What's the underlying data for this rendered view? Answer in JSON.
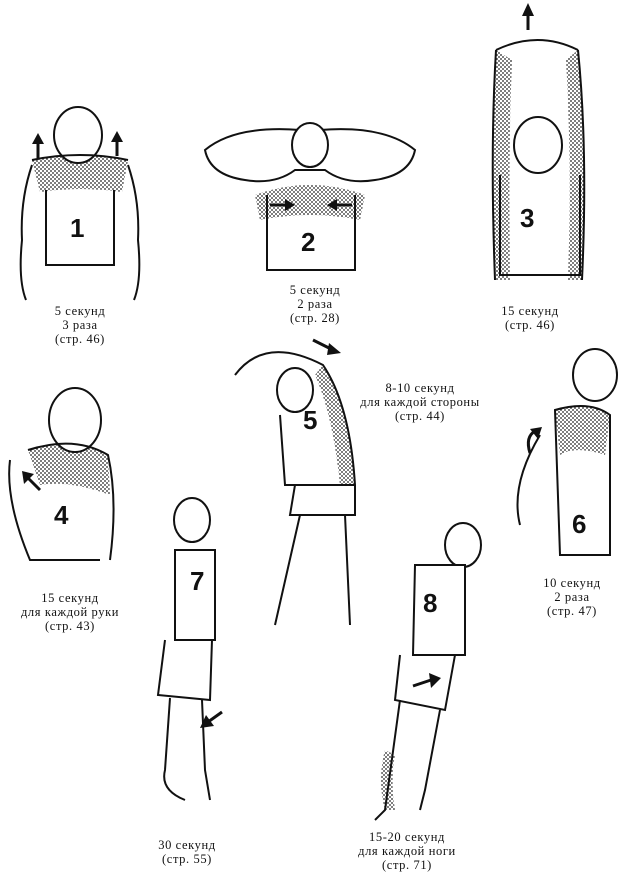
{
  "exercises": [
    {
      "number": "1",
      "lines": [
        "5 секунд",
        "3 раза",
        "(стр. 46)"
      ]
    },
    {
      "number": "2",
      "lines": [
        "5 секунд",
        "2 раза",
        "(стр. 28)"
      ]
    },
    {
      "number": "3",
      "lines": [
        "15 секунд",
        "(стр. 46)"
      ]
    },
    {
      "number": "4",
      "lines": [
        "15 секунд",
        "для каждой руки",
        "(стр. 43)"
      ]
    },
    {
      "number": "5",
      "lines": [
        "8-10 секунд",
        "для каждой стороны",
        "(стр. 44)"
      ]
    },
    {
      "number": "6",
      "lines": [
        "10 секунд",
        "2 раза",
        "(стр. 47)"
      ]
    },
    {
      "number": "7",
      "lines": [
        "30 секунд",
        "(стр. 55)"
      ]
    },
    {
      "number": "8",
      "lines": [
        "15-20 секунд",
        "для каждой ноги",
        "(стр. 71)"
      ]
    }
  ],
  "icons": {
    "arrow": "arrow-icon",
    "stipple": "stippled-stretch-area"
  }
}
